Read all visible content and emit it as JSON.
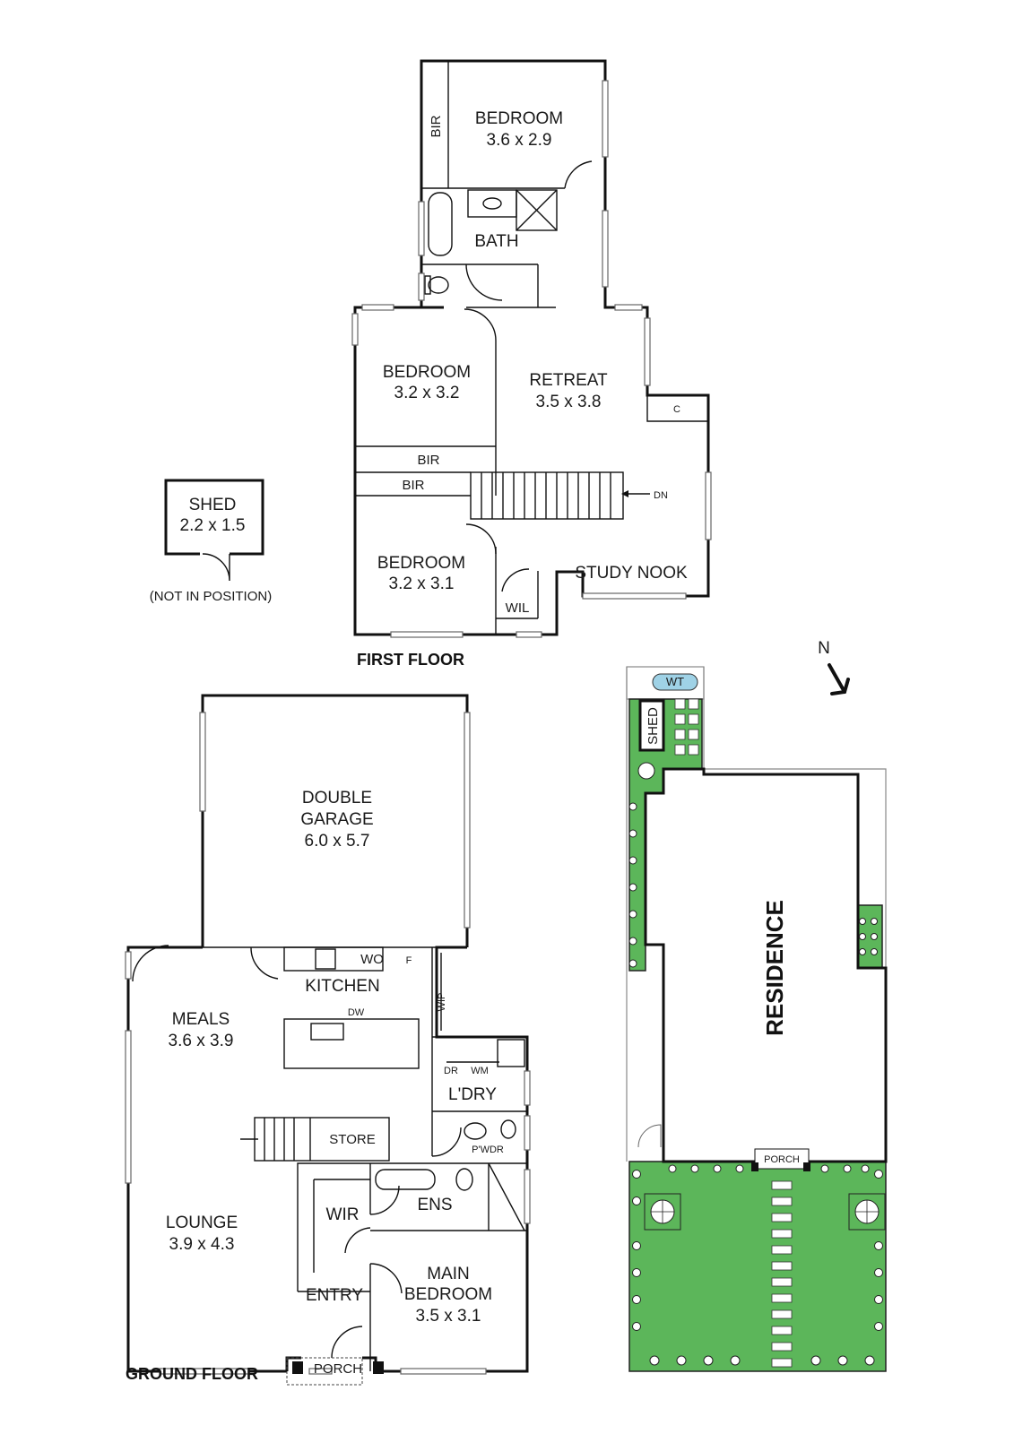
{
  "colors": {
    "lawn": "#5cb65a",
    "wall": "#111111",
    "water_tank": "#9fd2e6"
  },
  "icons": [
    "north-arrow-icon",
    "stair-arrow-icon",
    "tree-icon",
    "cooktop-icon",
    "sink-icon",
    "toilet-icon",
    "bath-icon",
    "shower-icon"
  ],
  "first_floor": {
    "label": "FIRST FLOOR",
    "bedroom_top": {
      "name": "BEDROOM",
      "dims": "3.6 x 2.9"
    },
    "bir_top": "BIR",
    "bath": "BATH",
    "bedroom_mid": {
      "name": "BEDROOM",
      "dims": "3.2 x 3.2"
    },
    "retreat": {
      "name": "RETREAT",
      "dims": "3.5 x 3.8"
    },
    "cupboard": "C",
    "bir_mid": "BIR",
    "bir_low": "BIR",
    "stair_dn": "DN",
    "bedroom_low": {
      "name": "BEDROOM",
      "dims": "3.2 x 3.1"
    },
    "study_nook": "STUDY NOOK",
    "wil": "WIL"
  },
  "shed": {
    "name": "SHED",
    "dims": "2.2 x 1.5",
    "note": "(NOT IN POSITION)"
  },
  "ground_floor": {
    "label": "GROUND FLOOR",
    "garage": {
      "line1": "DOUBLE",
      "line2": "GARAGE",
      "dims": "6.0 x 5.7"
    },
    "kitchen": "KITCHEN",
    "wo": "WO",
    "fridge": "F",
    "dw": "DW",
    "wip": "WIP",
    "meals": {
      "name": "MEALS",
      "dims": "3.6 x 3.9"
    },
    "laundry": "L'DRY",
    "dr": "DR",
    "wm": "WM",
    "store": "STORE",
    "powder": "P'WDR",
    "lounge": {
      "name": "LOUNGE",
      "dims": "3.9 x 4.3"
    },
    "wir": "WIR",
    "ens": "ENS",
    "main_bedroom": {
      "line1": "MAIN",
      "line2": "BEDROOM",
      "dims": "3.5 x 3.1"
    },
    "entry": "ENTRY",
    "porch": "PORCH"
  },
  "site": {
    "north": "N",
    "water_tank": "WT",
    "shed": "SHED",
    "residence": "RESIDENCE",
    "porch": "PORCH"
  }
}
